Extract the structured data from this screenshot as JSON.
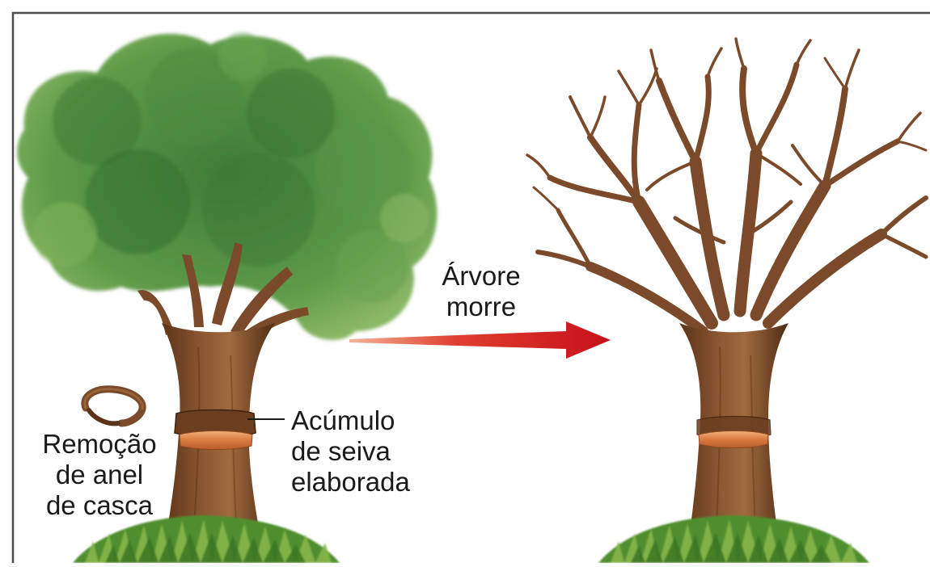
{
  "labels": {
    "arrow": [
      "Árvore",
      "morre"
    ],
    "accumulation": [
      "Acúmulo",
      "de seiva",
      "elaborada"
    ],
    "removal": [
      "Remoção",
      "de anel",
      "de casca"
    ]
  },
  "colors": {
    "frame": "#4d4d4d",
    "trunk": "#7a4a2a",
    "trunk_dark": "#5a3319",
    "trunk_light": "#a06a3e",
    "foliage": "#4f8f3f",
    "foliage_dark": "#2f6a2c",
    "foliage_light": "#7fb25a",
    "arrow": "#d7191c",
    "ring": "#e0945a",
    "grass": "#4f8e2f",
    "grass_light": "#86b64a"
  },
  "icons": {
    "cut_bark_ring": "bark-ring-strip-icon"
  }
}
